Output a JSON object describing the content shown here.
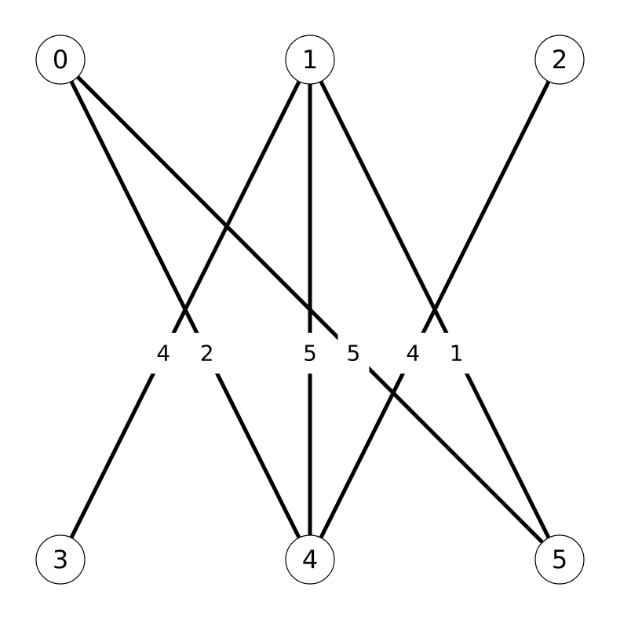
{
  "graph": {
    "type": "bipartite-weighted-graph",
    "top_nodes": [
      "0",
      "1",
      "2"
    ],
    "bottom_nodes": [
      "3",
      "4",
      "5"
    ],
    "edges": [
      {
        "from": "1",
        "to": "3",
        "weight": "4"
      },
      {
        "from": "0",
        "to": "4",
        "weight": "2"
      },
      {
        "from": "1",
        "to": "4",
        "weight": "5"
      },
      {
        "from": "0",
        "to": "5",
        "weight": "5"
      },
      {
        "from": "2",
        "to": "4",
        "weight": "4"
      },
      {
        "from": "1",
        "to": "5",
        "weight": "1"
      }
    ]
  },
  "colors": {
    "edge": "#000000",
    "node_fill": "#ffffff",
    "background": "#ffffff"
  }
}
